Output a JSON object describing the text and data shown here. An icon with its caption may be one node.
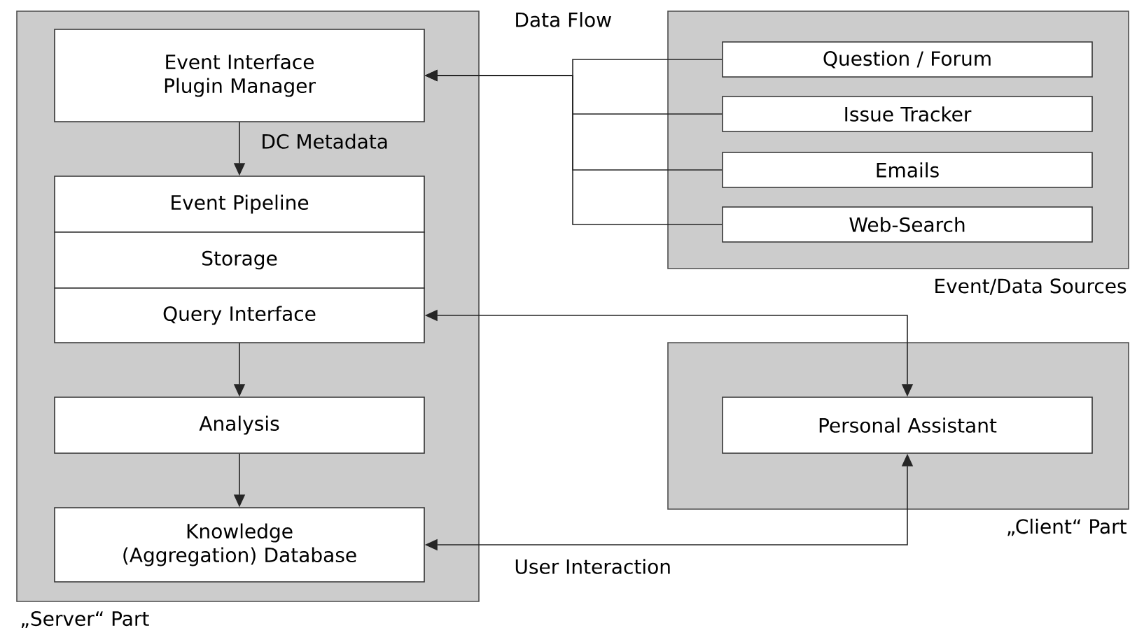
{
  "diagram": {
    "nodes": [
      {
        "text": [
          "„Server“ Part"
        ]
      },
      {
        "text": [
          "Event Interface Plugin Manager"
        ],
        "in": 0
      },
      {
        "text": [
          "Event Pipeline"
        ],
        "in": 0
      },
      {
        "text": [
          "Storage"
        ],
        "in": 0
      },
      {
        "text": [
          "Query Interface"
        ],
        "in": 0
      },
      {
        "text": [
          "Analysis"
        ],
        "in": 0
      },
      {
        "text": [
          "Knowledge (Aggregation) Database"
        ],
        "in": 0
      },
      {
        "text": [
          "Event/Data Sources"
        ]
      },
      {
        "text": [
          "Question / Forum"
        ],
        "in": 7
      },
      {
        "text": [
          "Issue Tracker"
        ],
        "in": 7
      },
      {
        "text": [
          "Emails"
        ],
        "in": 7
      },
      {
        "text": [
          "Web-Search"
        ],
        "in": 7
      },
      {
        "text": [
          "„Client“ Part"
        ]
      },
      {
        "text": [
          "Personal Assistant"
        ],
        "in": 12
      }
    ],
    "edges": [
      {
        "from": 8,
        "to": 1,
        "arrow": "to",
        "label": "Data Flow"
      },
      {
        "from": 9,
        "to": 1,
        "arrow": "to"
      },
      {
        "from": 10,
        "to": 1,
        "arrow": "to"
      },
      {
        "from": 11,
        "to": 1,
        "arrow": "to"
      },
      {
        "from": 1,
        "to": 2,
        "arrow": "to",
        "label": "DC Metadata"
      },
      {
        "from": 4,
        "to": 5,
        "arrow": "to"
      },
      {
        "from": 5,
        "to": 6,
        "arrow": "to"
      },
      {
        "from": 4,
        "to": 13,
        "arrow": "both"
      },
      {
        "from": 6,
        "to": 13,
        "arrow": "both",
        "label": "User Interaction"
      }
    ]
  }
}
